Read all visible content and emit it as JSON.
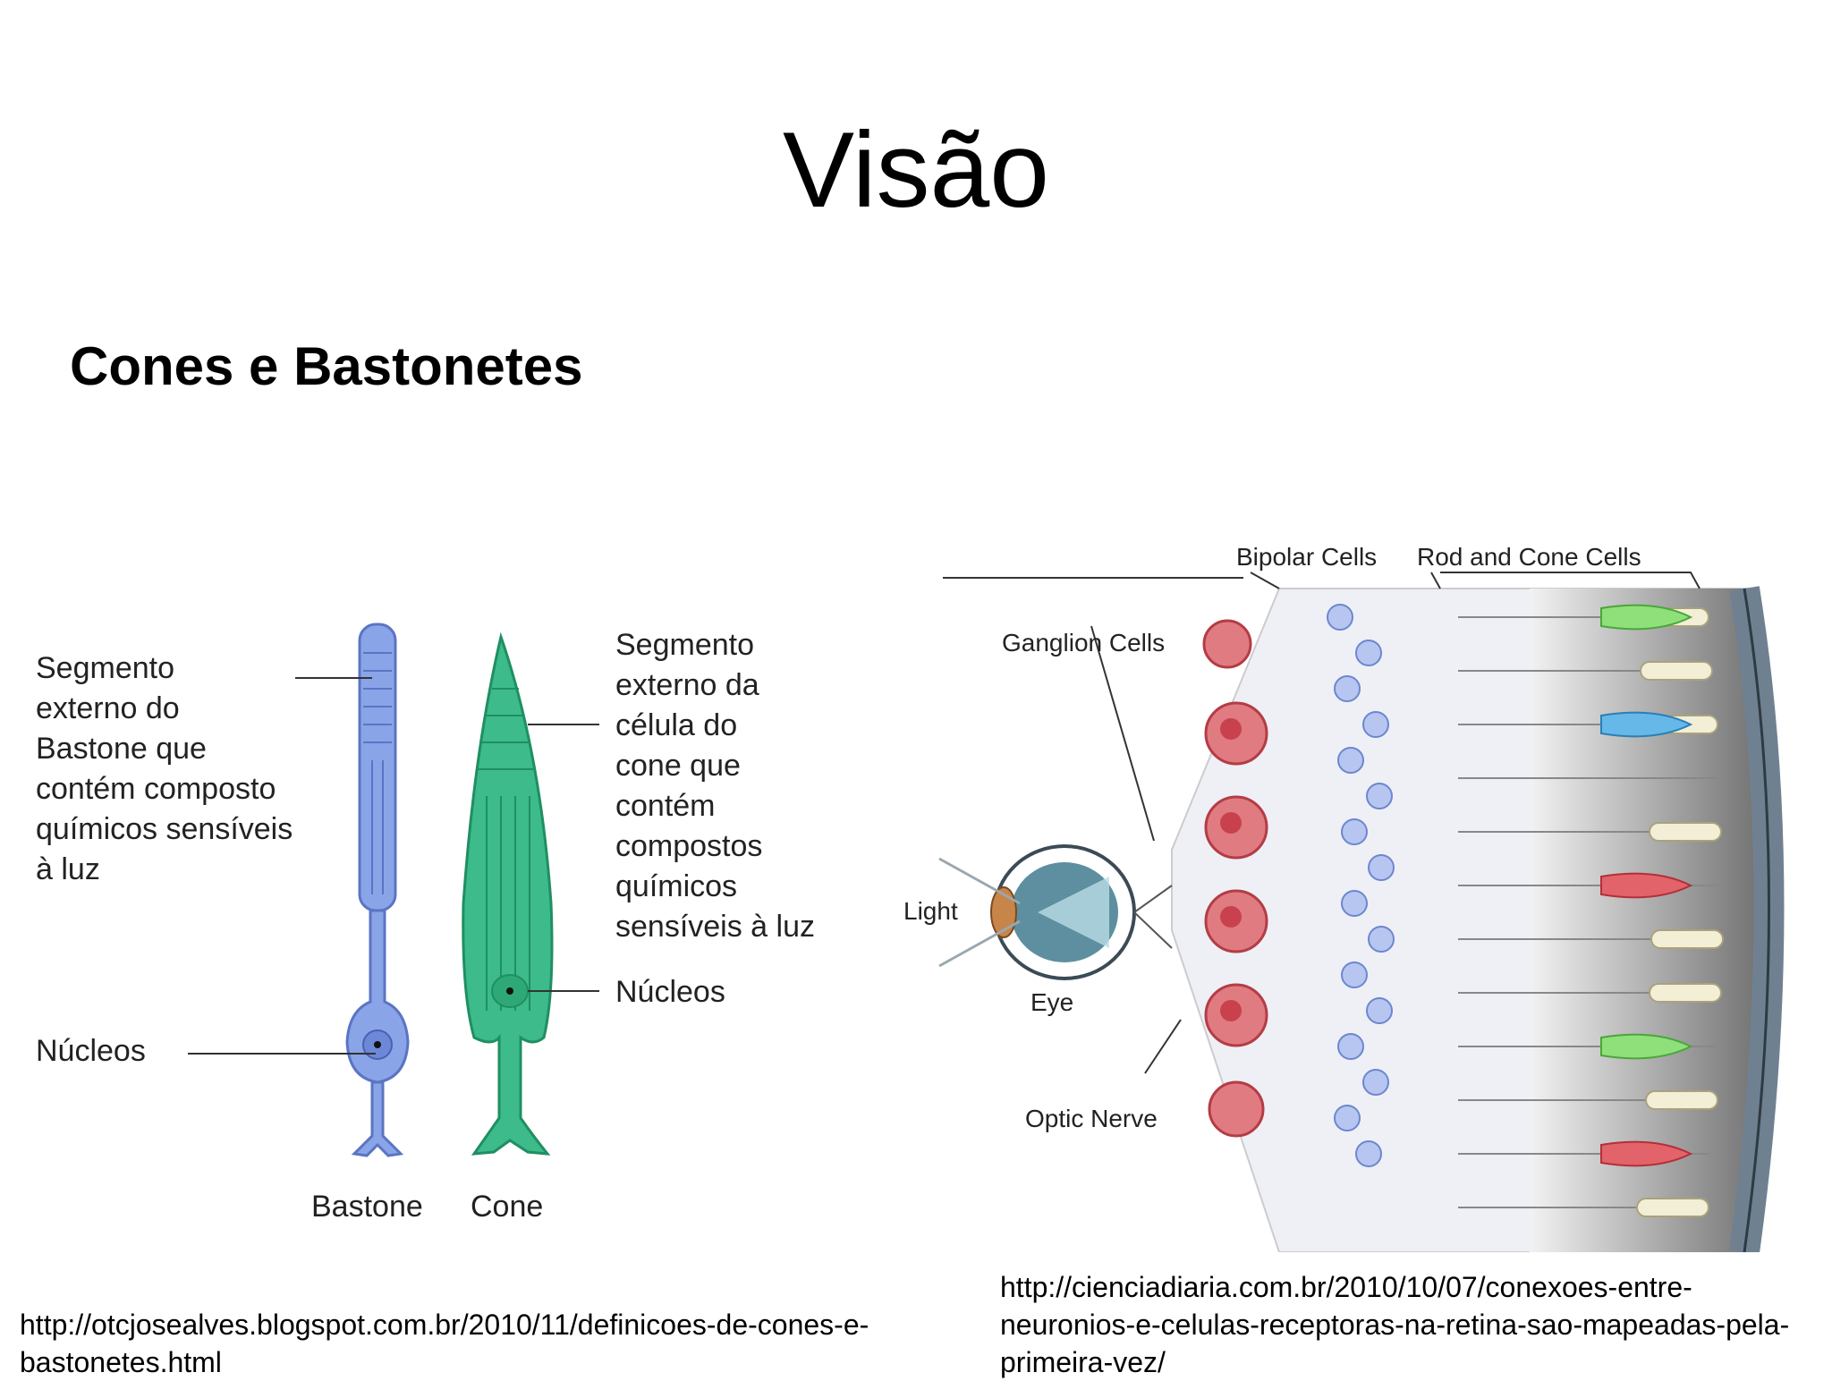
{
  "slide": {
    "title": "Visão",
    "subtitle": "Cones e Bastonetes"
  },
  "left_figure": {
    "rod_label": [
      "Segmento",
      "externo do",
      "Bastone que",
      "contém composto",
      "químicos sensíveis",
      "à luz"
    ],
    "cone_label": [
      "Segmento",
      "externo da",
      "célula do",
      "cone que",
      "contém",
      "compostos",
      "químicos",
      "sensíveis à luz"
    ],
    "nucleus_cone": "Núcleos",
    "nucleus_rod": "Núcleos",
    "rod_caption": "Bastone",
    "cone_caption": "Cone",
    "rod_color": "#8aa4e8",
    "cone_color": "#3dbb8a"
  },
  "right_figure": {
    "bipolar": "Bipolar Cells",
    "rod_cone": "Rod and Cone Cells",
    "ganglion": "Ganglion Cells",
    "light": "Light",
    "eye": "Eye",
    "optic_nerve": "Optic  Nerve"
  },
  "captions": {
    "left": [
      "http://otcjosealves.blogspot.com.br/2010/11/definicoes-de-cones-e-",
      "bastonetes.html"
    ],
    "right": [
      "http://cienciadiaria.com.br/2010/10/07/conexoes-entre-",
      "neuronios-e-celulas-receptoras-na-retina-sao-mapeadas-pela-",
      "primeira-vez/"
    ]
  }
}
